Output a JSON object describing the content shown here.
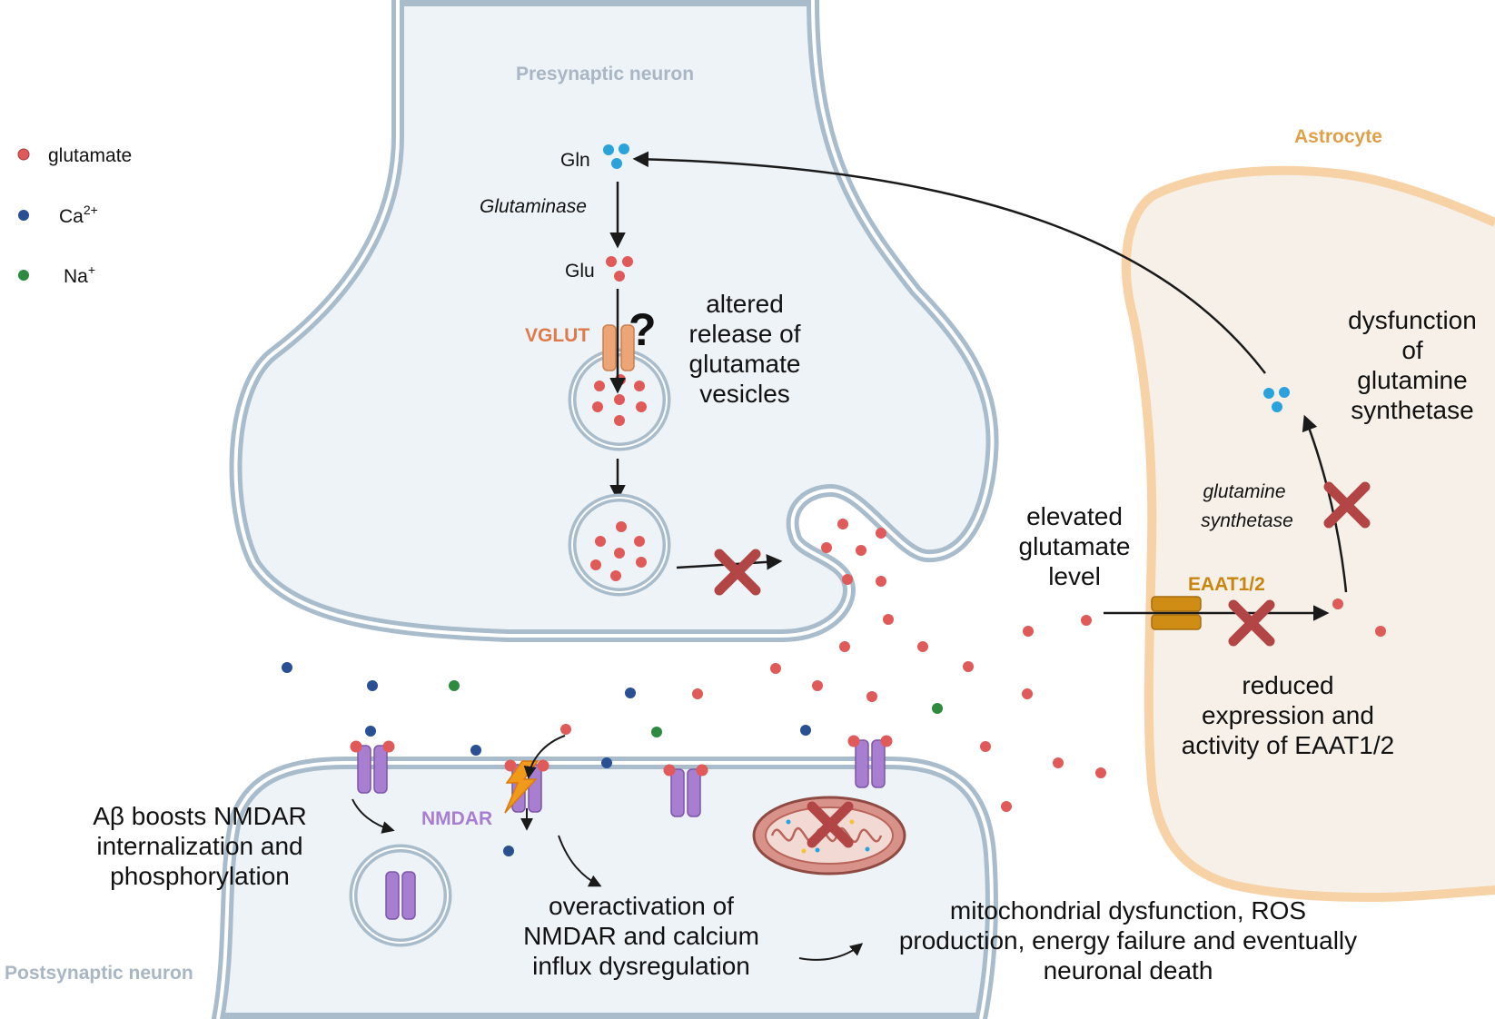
{
  "legend": {
    "glutamate": "glutamate",
    "ca_base": "Ca",
    "ca_sup": "2+",
    "na_base": "Na",
    "na_sup": "+"
  },
  "labels": {
    "presynaptic": "Presynaptic neuron",
    "postsynaptic": "Postsynaptic neuron",
    "astrocyte": "Astrocyte",
    "gln": "Gln",
    "glutaminase": "Glutaminase",
    "glu": "Glu",
    "vglut": "VGLUT",
    "question": "?",
    "nmdar": "NMDAR",
    "eaat": "EAAT1/2",
    "gs_enzyme_1": "glutamine",
    "gs_enzyme_2": "synthetase"
  },
  "annotations": {
    "altered_release": [
      "altered",
      "release of",
      "glutamate",
      "vesicles"
    ],
    "dysfunction_gs": [
      "dysfunction",
      "of",
      "glutamine",
      "synthetase"
    ],
    "elevated": [
      "elevated",
      "glutamate",
      "level"
    ],
    "reduced_eaat": [
      "reduced",
      "expression and",
      "activity of EAAT1/2"
    ],
    "abeta": [
      "Aβ boosts NMDAR",
      "internalization and",
      "phosphorylation"
    ],
    "overactivation": [
      "overactivation of",
      "NMDAR and calcium",
      "influx dysregulation"
    ],
    "mito": [
      "mitochondrial dysfunction, ROS",
      "production, energy failure and eventually",
      "neuronal death"
    ]
  },
  "colors": {
    "glutamate": "#e05a5a",
    "calcium": "#2a4f93",
    "sodium": "#2e8b3e",
    "glutamine": "#2aa3dc",
    "membrane": "#a9bccb",
    "cell_fill": "#eef3f8",
    "astrocyte_fill": "#f7f0e9",
    "astrocyte_border": "#f6d2a6",
    "nmdar": "#a77ed0",
    "vglut": "#eda477",
    "eaat": "#d08d15",
    "cross": "#b24545",
    "lightning": "#f09a1a"
  }
}
